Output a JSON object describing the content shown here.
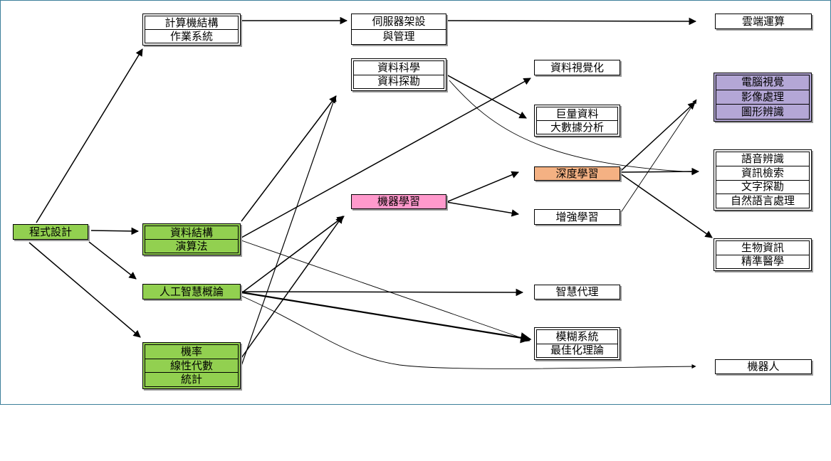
{
  "nodes": {
    "prog": {
      "lines": [
        "程式設計"
      ],
      "color": "#92d050"
    },
    "arch": {
      "lines": [
        "計算機結構",
        "作業系統"
      ],
      "color": "#ffffff"
    },
    "ds": {
      "lines": [
        "資料結構",
        "演算法"
      ],
      "color": "#92d050"
    },
    "ai": {
      "lines": [
        "人工智慧概論"
      ],
      "color": "#92d050"
    },
    "math": {
      "lines": [
        "機率",
        "線性代數",
        "統計"
      ],
      "color": "#92d050"
    },
    "server": {
      "lines": [
        "伺服器架設",
        "與管理"
      ],
      "color": "#ffffff"
    },
    "dsci": {
      "lines": [
        "資料科學",
        "資料探勘"
      ],
      "color": "#ffffff"
    },
    "ml": {
      "lines": [
        "機器學習"
      ],
      "color": "#ff99cc"
    },
    "viz": {
      "lines": [
        "資料視覺化"
      ],
      "color": "#ffffff"
    },
    "bigdata": {
      "lines": [
        "巨量資料",
        "大數據分析"
      ],
      "color": "#ffffff"
    },
    "dl": {
      "lines": [
        "深度學習"
      ],
      "color": "#f4b183"
    },
    "rl": {
      "lines": [
        "增強學習"
      ],
      "color": "#ffffff"
    },
    "agent": {
      "lines": [
        "智慧代理"
      ],
      "color": "#ffffff"
    },
    "fuzzy": {
      "lines": [
        "模糊系統",
        "最佳化理論"
      ],
      "color": "#ffffff"
    },
    "cloud": {
      "lines": [
        "雲端運算"
      ],
      "color": "#ffffff"
    },
    "cv": {
      "lines": [
        "電腦視覺",
        "影像處理",
        "圖形辨識"
      ],
      "color": "#b4a7d6"
    },
    "nlp": {
      "lines": [
        "語音辨識",
        "資訊檢索",
        "文字探勘",
        "自然語言處理"
      ],
      "color": "#ffffff"
    },
    "bio": {
      "lines": [
        "生物資訊",
        "精準醫學"
      ],
      "color": "#ffffff"
    },
    "robot": {
      "lines": [
        "機器人"
      ],
      "color": "#ffffff"
    }
  },
  "edges": [
    {
      "from": "prog",
      "to": "arch"
    },
    {
      "from": "prog",
      "to": "ds"
    },
    {
      "from": "prog",
      "to": "ai"
    },
    {
      "from": "prog",
      "to": "math"
    },
    {
      "from": "arch",
      "to": "server"
    },
    {
      "from": "server",
      "to": "cloud"
    },
    {
      "from": "ds",
      "to": "dsci"
    },
    {
      "from": "ds",
      "to": "viz"
    },
    {
      "from": "ds",
      "to": "fuzzy"
    },
    {
      "from": "math",
      "to": "dsci"
    },
    {
      "from": "math",
      "to": "ml"
    },
    {
      "from": "ai",
      "to": "ml"
    },
    {
      "from": "ai",
      "to": "agent"
    },
    {
      "from": "ai",
      "to": "fuzzy"
    },
    {
      "from": "ai",
      "to": "robot"
    },
    {
      "from": "dsci",
      "to": "bigdata"
    },
    {
      "from": "dsci",
      "to": "nlp"
    },
    {
      "from": "ml",
      "to": "dl"
    },
    {
      "from": "ml",
      "to": "rl"
    },
    {
      "from": "dl",
      "to": "cv"
    },
    {
      "from": "dl",
      "to": "nlp"
    },
    {
      "from": "dl",
      "to": "bio"
    },
    {
      "from": "rl",
      "to": "cv"
    }
  ]
}
